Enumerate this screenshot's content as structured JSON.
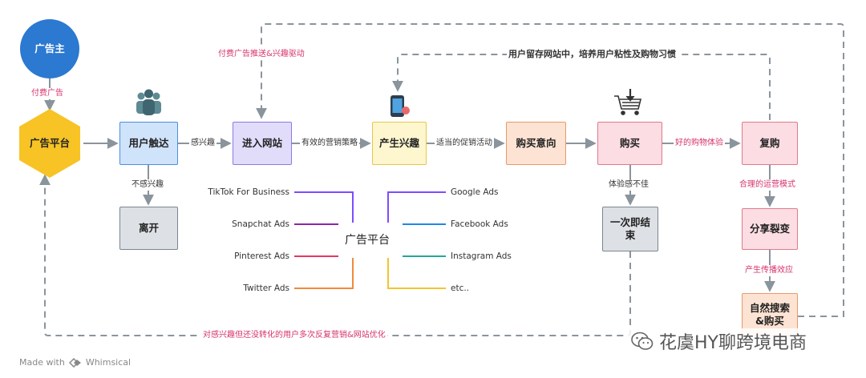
{
  "nodes": {
    "advertiser": "广告主",
    "ad_platform": "广告平台",
    "user_reach": "用户触达",
    "leave": "离开",
    "enter_site": "进入网站",
    "interest": "产生兴趣",
    "purchase_intent": "购买意向",
    "purchase": "购买",
    "repurchase": "复购",
    "one_time": "一次即结束",
    "share": "分享裂变",
    "organic": "自然搜索\n&购买"
  },
  "edge_labels": {
    "paid_ads": "付费广告",
    "paid_push": "付费广告推送&兴趣驱动",
    "retain": "用户留存网站中，培养用户粘性及购物习惯",
    "interested": "感兴趣",
    "not_interested": "不感兴趣",
    "strategy": "有效的营销策略",
    "promo": "适当的促销活动",
    "good_exp": "好的购物体验",
    "bad_exp": "体验感不佳",
    "ops_model": "合理的运营模式",
    "spread": "产生传播效应",
    "retarget": "对感兴趣但还没转化的用户多次反复营销&网站优化"
  },
  "platforms": {
    "hub": "广告平台",
    "left": [
      "TikTok For Business",
      "Snapchat Ads",
      "Pinterest Ads",
      "Twitter Ads"
    ],
    "right": [
      "Google Ads",
      "Facebook Ads",
      "Instagram Ads",
      "etc.."
    ],
    "left_colors": [
      "#7c4dff",
      "#8e24aa",
      "#e53960",
      "#f08a3c"
    ],
    "right_colors": [
      "#7c4dff",
      "#1e88e5",
      "#26a69a",
      "#f4c430"
    ]
  },
  "footer": {
    "made_with": "Made with",
    "brand": "Whimsical"
  },
  "watermark": "花虞HY聊跨境电商",
  "colors": {
    "advertiser": "#2b79d0",
    "platform_hex": "#f7c325",
    "blue_fill": "#cfe3fb",
    "blue_border": "#4a8fe0",
    "purple_fill": "#e2dcfb",
    "purple_border": "#8c7be0",
    "yellow_fill": "#fdf6cf",
    "yellow_border": "#e8c64a",
    "orange_fill": "#fde3d3",
    "orange_border": "#e89a6a",
    "pink_fill": "#fbdde3",
    "pink_border": "#e07a8c",
    "gray_fill": "#dde1e5",
    "gray_border": "#7a8590",
    "edge": "#8a949c",
    "label_red": "#d6336c"
  }
}
